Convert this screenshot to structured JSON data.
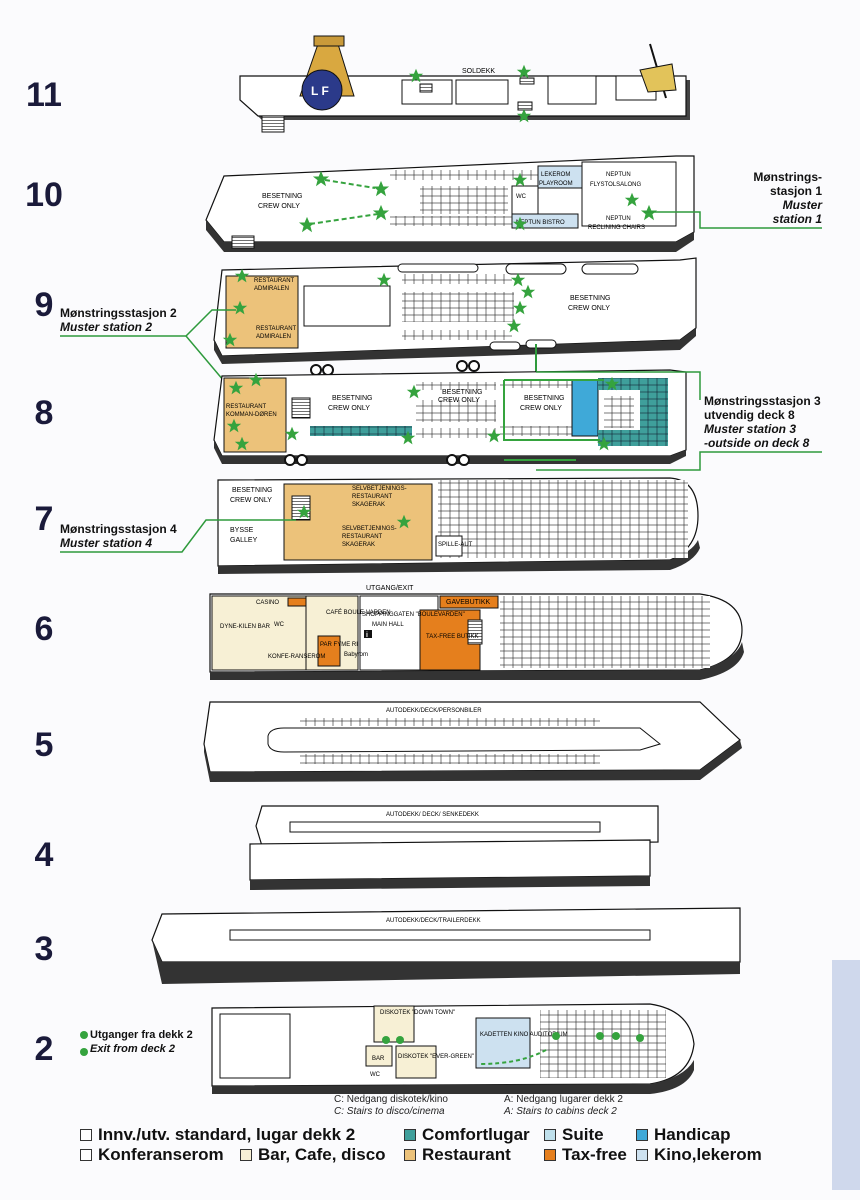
{
  "colors": {
    "restaurant": "#ecc27a",
    "taxfree": "#e57f1d",
    "comfort": "#3f9f9b",
    "suite": "#bfe0ec",
    "handicap": "#3fa9d8",
    "kino": "#cde1f0",
    "bar": "#f7f0d5",
    "conference": "#ffffff",
    "muster_line": "#2e9a3c",
    "star": "#35a33e"
  },
  "decks": [
    {
      "number": "11"
    },
    {
      "number": "10"
    },
    {
      "number": "9"
    },
    {
      "number": "8"
    },
    {
      "number": "7"
    },
    {
      "number": "6"
    },
    {
      "number": "5"
    },
    {
      "number": "4"
    },
    {
      "number": "3"
    },
    {
      "number": "2"
    }
  ],
  "muster": {
    "s1": {
      "no": "Mønstrings-",
      "no2": "stasjon 1",
      "en": "Muster",
      "en2": "station 1"
    },
    "s2": {
      "no": "Mønstringsstasjon 2",
      "en": "Muster station 2"
    },
    "s3": {
      "no": "Mønstringsstasjon 3",
      "no2": "utvendig deck 8",
      "en": "Muster station 3",
      "en2": "-outside on deck 8"
    },
    "s4": {
      "no": "Mønstringsstasjon 4",
      "en": "Muster station 4"
    },
    "exit2": {
      "no": "Utganger fra dekk 2",
      "en": "Exit from deck 2"
    }
  },
  "deck_text": {
    "soldekk": "SOLDEKK",
    "lekerom": "LEKEROM",
    "playroom": "PLAYROOM",
    "neptun_fly": "NEPTUN",
    "flystol": "FLYSTOLSALONG",
    "neptun_rec": "NEPTUN",
    "reclining": "RECLINING CHAIRS",
    "neptun_bistro": "NEPTUN BISTRO",
    "besetning": "BESETNING",
    "crew": "CREW ONLY",
    "rest_adm": "RESTAURANT",
    "admiralen": "ADMIRALEN",
    "rest_kom": "RESTAURANT",
    "kommandoren": "KOMMAN-DØREN",
    "selvbet1": "SELVBETJENINGS-",
    "selvbet2": "RESTAURANT",
    "skagerak": "SKAGERAK",
    "bysse": "BYSSE",
    "galley": "GALLEY",
    "spille": "SPILLE-AUT",
    "utgang": "UTGANG/EXIT",
    "gavebutikk": "GAVEBUTIKK",
    "shopping": "SHOPPINGGATEN \"BOULEVARDEN\"",
    "main_hall": "MAIN HALL",
    "taxfree_butikk": "TAX-FREE BUTIKK",
    "casino": "CASINO",
    "cafe": "CAFÉ BOULE-VARDEN",
    "dynekilen": "DYNE-KILEN BAR",
    "konferanserom": "KONFE-RANSEROM",
    "parfymeri": "PAR FYME RI",
    "babyrom": "Babyrom",
    "wc": "WC",
    "autodekk5": "AUTODEKK/DECK/PERSONBILER",
    "autodekk4": "AUTODEKK/ DECK/ SENKEDEKK",
    "autodekk3": "AUTODEKK/DECK/TRAILERDEKK",
    "diskotek_down": "DISKOTEK \"DOWN TOWN\"",
    "diskotek_ever": "DISKOTEK \"EVER-GREEN\"",
    "kadetten": "KADETTEN KINO AUDITORIUM",
    "bar": "BAR"
  },
  "captions": {
    "c_no": "C: Nedgang diskotek/kino",
    "c_en": "C: Stairs to disco/cinema",
    "a_no": "A: Nedgang lugarer dekk 2",
    "a_en": "A: Stairs to cabins deck 2"
  },
  "legend": [
    {
      "label": "Innv./utv. standard, lugar dekk 2",
      "color": "#ffffff"
    },
    {
      "label": "Comfortlugar",
      "color": "#3f9f9b"
    },
    {
      "label": "Suite",
      "color": "#bfe0ec"
    },
    {
      "label": "Handicap",
      "color": "#3fa9d8"
    },
    {
      "label": "Konferanserom",
      "color": "#ffffff"
    },
    {
      "label": "Bar, Cafe, disco",
      "color": "#f7f0d5"
    },
    {
      "label": "Restaurant",
      "color": "#ecc27a"
    },
    {
      "label": "Tax-free",
      "color": "#e57f1d"
    },
    {
      "label": "Kino,lekerom",
      "color": "#cde1f0"
    }
  ]
}
